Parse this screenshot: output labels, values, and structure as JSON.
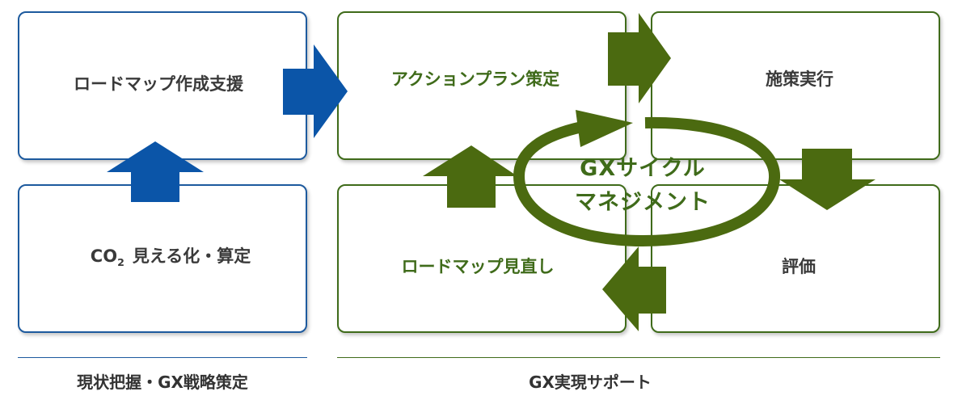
{
  "colors": {
    "blue": "#0b55a8",
    "green": "#4b6a10",
    "text": "#333333"
  },
  "left_panel": {
    "top_box": "ロードマップ作成支援",
    "bottom_box_prefix": "CO",
    "bottom_box_sub": "2",
    "bottom_box_suffix": "見える化・算定",
    "caption": "現状把握・GX戦略策定"
  },
  "right_panel": {
    "plan": "アクションプラン策定",
    "execute": "施策実行",
    "review": "ロードマップ見直し",
    "evaluate": "評価",
    "cycle_line1": "GXサイクル",
    "cycle_line2": "マネジメント",
    "caption": "GX実現サポート"
  }
}
